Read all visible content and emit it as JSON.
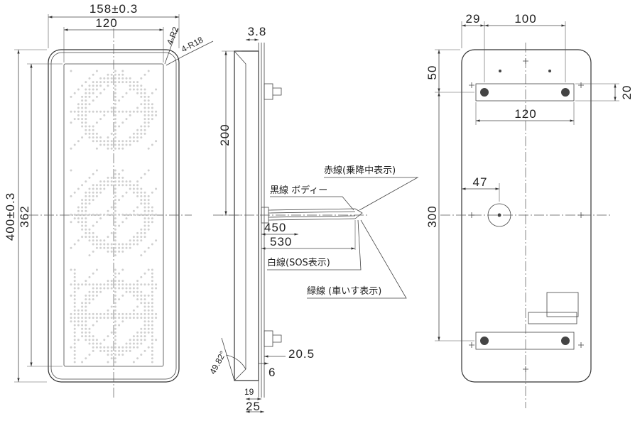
{
  "front_view": {
    "width_total": "158±0.3",
    "width_inner": "120",
    "corner_inner": "4-R2",
    "corner_outer": "4-R18",
    "height_total": "400±0.3",
    "height_inner": "362"
  },
  "side_view": {
    "depth_top": "3.8",
    "height_200": "200",
    "red_wire": "赤線(乗降中表示)",
    "black_wire": "黒線 ボディー",
    "dim_450": "450",
    "dim_530": "530",
    "white_wire": "白線(SOS表示)",
    "green_wire": "緑線 (車いす表示)",
    "dim_20_5": "20.5",
    "dim_6": "6",
    "angle": "49.82°",
    "dim_19": "19",
    "dim_25": "25"
  },
  "rear_view": {
    "dim_29": "29",
    "dim_100": "100",
    "dim_50": "50",
    "dim_20": "20",
    "dim_120": "120",
    "dim_47": "47",
    "dim_300": "300"
  }
}
